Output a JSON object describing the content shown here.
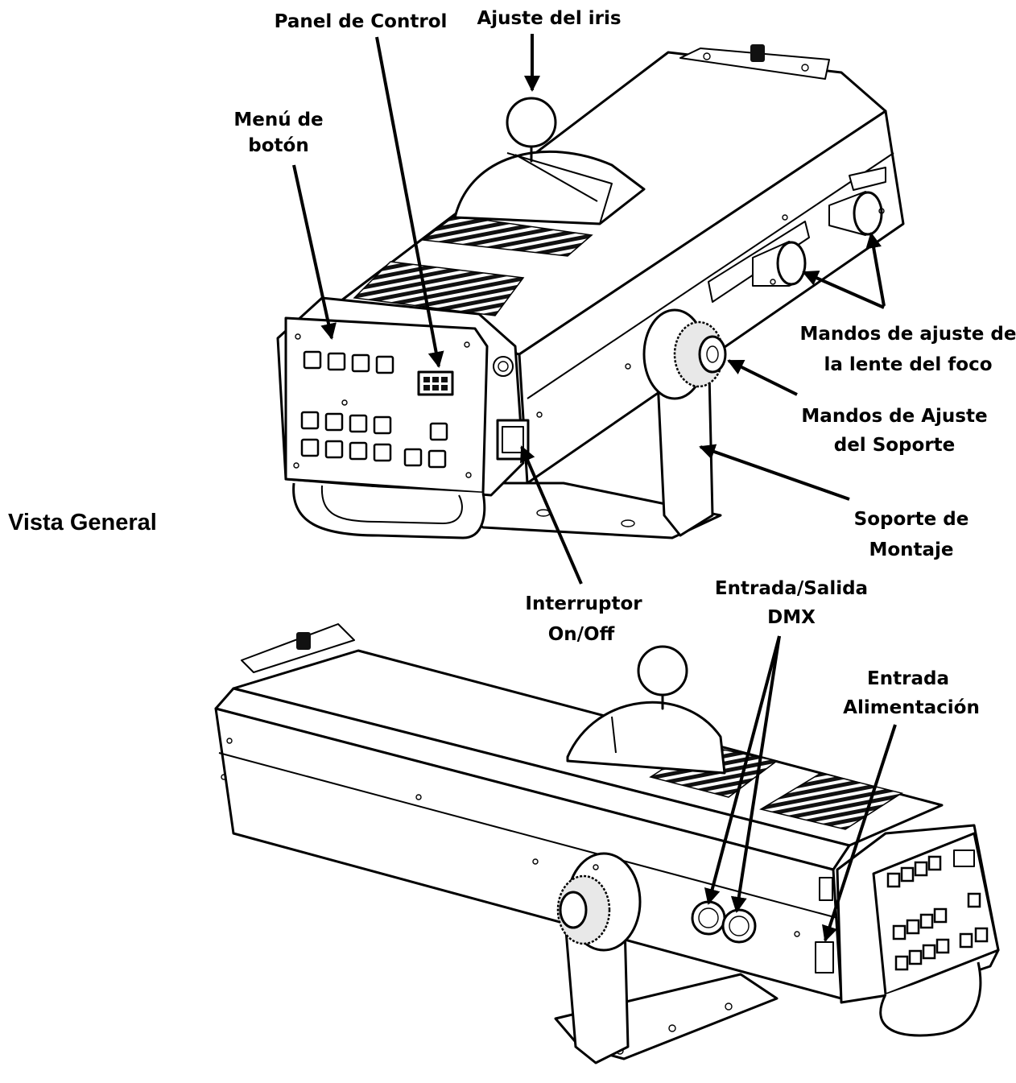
{
  "title": "Vista General",
  "labels": {
    "panel_control": "Panel de Control",
    "ajuste_iris": "Ajuste del iris",
    "menu_boton_1": "Menú de",
    "menu_boton_2": "botón",
    "mandos_lente_1": "Mandos de ajuste de",
    "mandos_lente_2": "la lente del foco",
    "mandos_soporte_1": "Mandos de Ajuste",
    "mandos_soporte_2": "del Soporte",
    "soporte_montaje_1": "Soporte de",
    "soporte_montaje_2": "Montaje",
    "interruptor_1": "Interruptor",
    "interruptor_2": "On/Off",
    "dmx_1": "Entrada/Salida",
    "dmx_2": "DMX",
    "alimentacion_1": "Entrada",
    "alimentacion_2": "Alimentación"
  },
  "colors": {
    "line": "#000000",
    "background": "#ffffff",
    "shade": "#e8e8e8"
  }
}
